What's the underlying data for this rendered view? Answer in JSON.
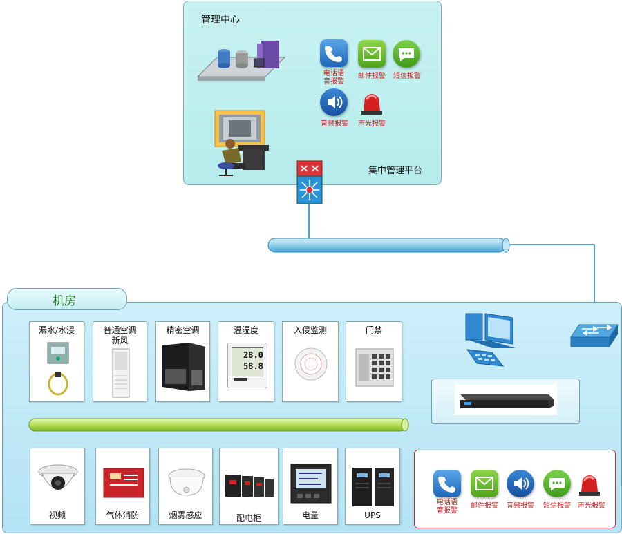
{
  "management": {
    "title": "管理中心",
    "platform": "集中管理平台",
    "alerts": [
      {
        "label": "电话语\n音报警",
        "icon": "phone-icon"
      },
      {
        "label": "邮件报警",
        "icon": "mail-icon"
      },
      {
        "label": "短信报警",
        "icon": "sms-icon"
      },
      {
        "label": "音频报警",
        "icon": "speaker-icon"
      },
      {
        "label": "声光报警",
        "icon": "siren-icon"
      }
    ]
  },
  "room": {
    "title": "机房",
    "top_devices": [
      {
        "label": "漏水/水浸"
      },
      {
        "label": "普通空调\n新风"
      },
      {
        "label": "精密空调"
      },
      {
        "label": "温湿度",
        "display1": "28.0",
        "display2": "58.8"
      },
      {
        "label": "入侵监测"
      },
      {
        "label": "门禁"
      }
    ],
    "bottom_devices": [
      {
        "label": "视频"
      },
      {
        "label": "气体消防"
      },
      {
        "label": "烟雾感应"
      },
      {
        "label": "配电柜"
      },
      {
        "label": "电量"
      },
      {
        "label": "UPS"
      }
    ],
    "alerts": [
      {
        "label": "电话语\n音报警",
        "icon": "phone-icon"
      },
      {
        "label": "邮件报警",
        "icon": "mail-icon"
      },
      {
        "label": "音频报警",
        "icon": "speaker-icon"
      },
      {
        "label": "短信报警",
        "icon": "sms-icon"
      },
      {
        "label": "声光报警",
        "icon": "siren-icon"
      }
    ]
  },
  "colors": {
    "network_line": "#1e8bd1",
    "fieldbus": "#a8d84a",
    "alarm_arrow": "#c0272d",
    "phone": "#2f7fcf",
    "mail": "#6cbf2a",
    "sms": "#4caf28",
    "speaker": "#1f63b6",
    "siren": "#d52020"
  }
}
